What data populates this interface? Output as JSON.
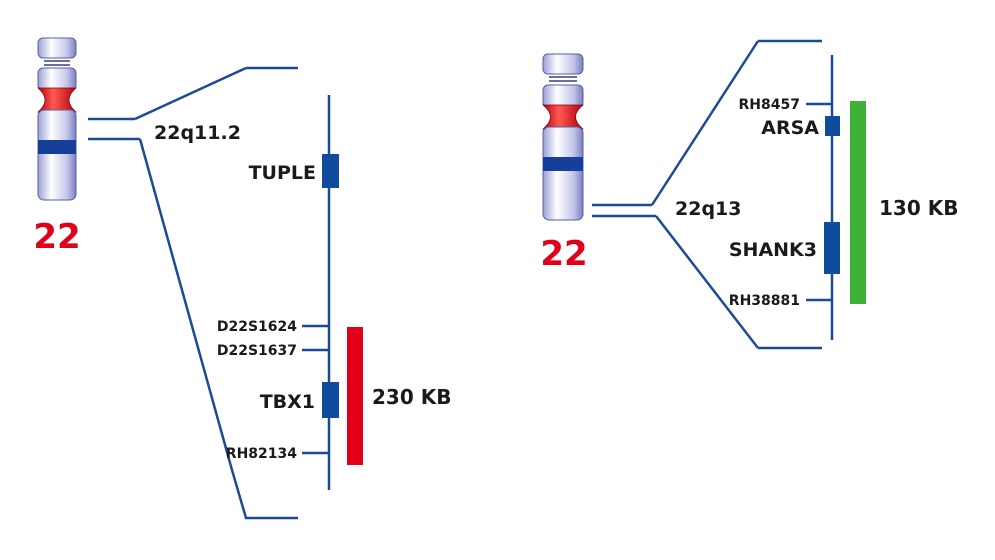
{
  "colors": {
    "line": "#1c4a96",
    "gene_box": "#0f4c9c",
    "chromosome_number": "#e0001a",
    "deletion_left": "#e3001b",
    "deletion_right": "#3db236",
    "centromere": "#e8202a",
    "band": "#163f9a"
  },
  "left_panel": {
    "chromosome_number": "22",
    "region_label": "22q11.2",
    "genes": [
      "TUPLE",
      "TBX1"
    ],
    "markers": [
      "D22S1624",
      "D22S1637",
      "RH82134"
    ],
    "deletion_size": "230 KB"
  },
  "right_panel": {
    "chromosome_number": "22",
    "region_label": "22q13",
    "genes": [
      "ARSA",
      "SHANK3"
    ],
    "markers": [
      "RH8457",
      "RH38881"
    ],
    "deletion_size": "130 KB"
  }
}
